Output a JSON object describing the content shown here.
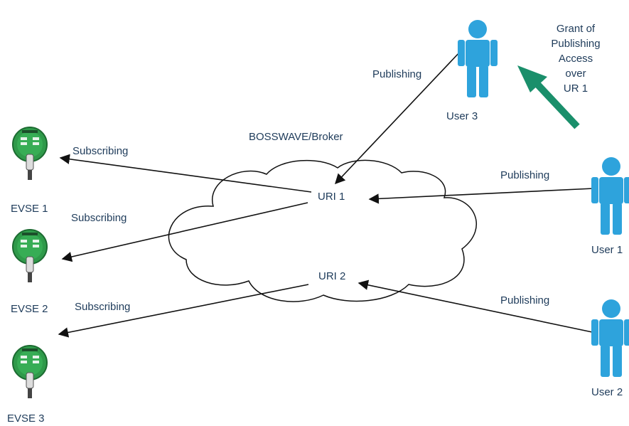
{
  "broker_label": "BOSSWAVE/Broker",
  "uris": [
    {
      "id": "uri1",
      "label": "URI 1"
    },
    {
      "id": "uri2",
      "label": "URI 2"
    }
  ],
  "evses": [
    {
      "id": "evse1",
      "label": "EVSE 1"
    },
    {
      "id": "evse2",
      "label": "EVSE 2"
    },
    {
      "id": "evse3",
      "label": "EVSE 3"
    }
  ],
  "users": [
    {
      "id": "user1",
      "label": "User 1"
    },
    {
      "id": "user2",
      "label": "User 2"
    },
    {
      "id": "user3",
      "label": "User 3"
    }
  ],
  "edges": [
    {
      "from": "URI 1",
      "to": "EVSE 1",
      "label": "Subscribing"
    },
    {
      "from": "URI 1",
      "to": "EVSE 2",
      "label": "Subscribing"
    },
    {
      "from": "URI 2",
      "to": "EVSE 3",
      "label": "Subscribing"
    },
    {
      "from": "User 3",
      "to": "URI 1",
      "label": "Publishing"
    },
    {
      "from": "User 1",
      "to": "URI 1",
      "label": "Publishing"
    },
    {
      "from": "User 2",
      "to": "URI 2",
      "label": "Publishing"
    }
  ],
  "grant": {
    "lines": [
      "Grant of",
      "Publishing",
      "Access",
      "over",
      "UR 1"
    ]
  },
  "colors": {
    "person": "#2ea3dc",
    "grant_arrow": "#1a8f6b",
    "text": "#1e3b5a",
    "evse_green": "#2f9a4a",
    "line": "#111111"
  }
}
